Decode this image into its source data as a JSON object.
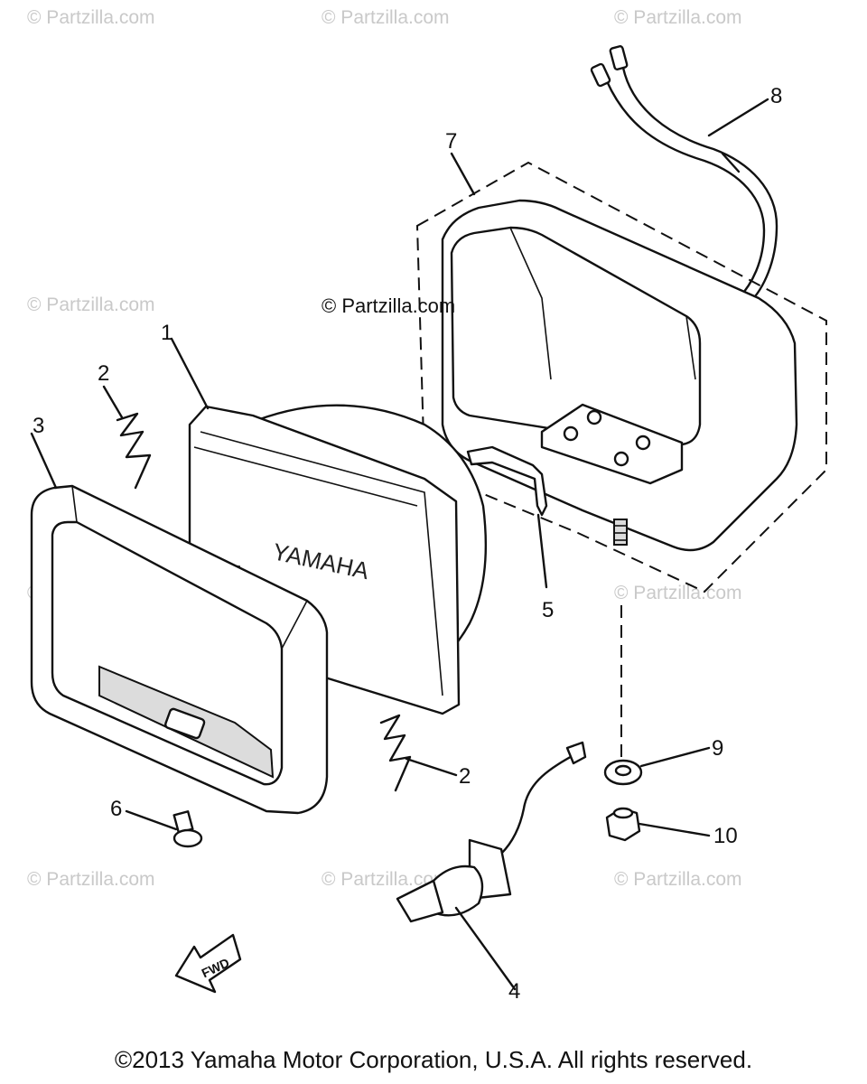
{
  "watermark_text": "© Partzilla.com",
  "center_watermark_text": "© Partzilla.com",
  "callouts": {
    "c1": "1",
    "c2a": "2",
    "c2b": "2",
    "c3": "3",
    "c4": "4",
    "c5": "5",
    "c6": "6",
    "c7": "7",
    "c8": "8",
    "c9": "9",
    "c10": "10"
  },
  "embossed_text": {
    "lens_brand": "YAMAHA",
    "fwd_arrow": "FWD"
  },
  "copyright": "©2013 Yamaha Motor Corporation, U.S.A. All rights reserved."
}
